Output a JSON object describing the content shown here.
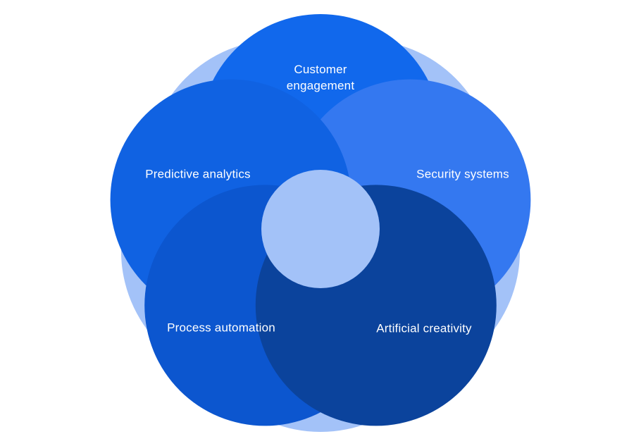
{
  "diagram": {
    "background_color": "#ffffff",
    "label_text_color": "#ffffff",
    "backdrop": {
      "shape": "rounded-pentagon-blob",
      "color": "#a3c2f8"
    },
    "center_circle": {
      "color": "#a3c2f8"
    },
    "petals": [
      {
        "label": "Customer engagement",
        "color": "#1168ec"
      },
      {
        "label": "Security systems",
        "color": "#3478f0"
      },
      {
        "label": "Predictive analytics",
        "color": "#1062e2"
      },
      {
        "label": "Process automation",
        "color": "#0c56cf"
      },
      {
        "label": "Artificial creativity",
        "color": "#0b439c"
      }
    ]
  }
}
